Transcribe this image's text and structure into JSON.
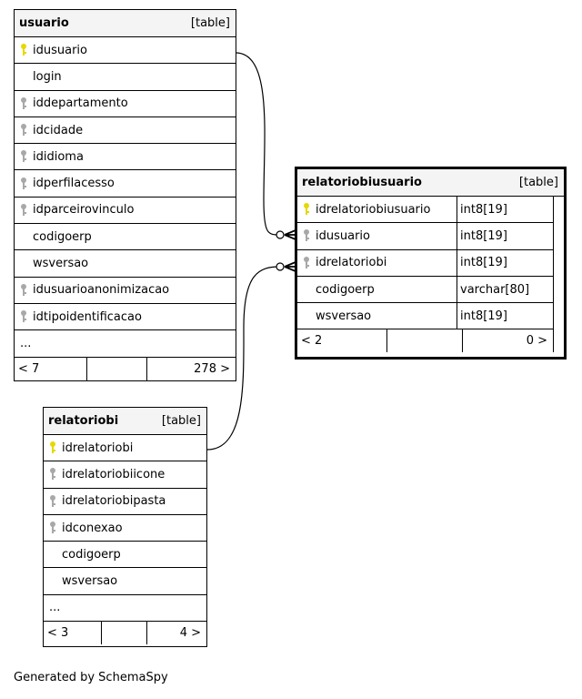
{
  "tables": {
    "usuario": {
      "name": "usuario",
      "kind": "[table]",
      "columns": [
        {
          "name": "idusuario",
          "key": "primary"
        },
        {
          "name": "login",
          "key": "none"
        },
        {
          "name": "iddepartamento",
          "key": "foreign"
        },
        {
          "name": "idcidade",
          "key": "foreign"
        },
        {
          "name": "ididioma",
          "key": "foreign"
        },
        {
          "name": "idperfilacesso",
          "key": "foreign"
        },
        {
          "name": "idparceirovinculo",
          "key": "foreign"
        },
        {
          "name": "codigoerp",
          "key": "none"
        },
        {
          "name": "wsversao",
          "key": "none"
        },
        {
          "name": "idusuarioanonimizacao",
          "key": "foreign"
        },
        {
          "name": "idtipoidentificacao",
          "key": "foreign"
        }
      ],
      "more": "...",
      "footer": {
        "left": "< 7",
        "right": "278 >"
      }
    },
    "relatoriobiusuario": {
      "name": "relatoriobiusuario",
      "kind": "[table]",
      "columns": [
        {
          "name": "idrelatoriobiusuario",
          "type": "int8[19]",
          "key": "primary"
        },
        {
          "name": "idusuario",
          "type": "int8[19]",
          "key": "foreign"
        },
        {
          "name": "idrelatoriobi",
          "type": "int8[19]",
          "key": "foreign"
        },
        {
          "name": "codigoerp",
          "type": "varchar[80]",
          "key": "none"
        },
        {
          "name": "wsversao",
          "type": "int8[19]",
          "key": "none"
        }
      ],
      "footer": {
        "left": "< 2",
        "right": "0 >"
      }
    },
    "relatoriobi": {
      "name": "relatoriobi",
      "kind": "[table]",
      "columns": [
        {
          "name": "idrelatoriobi",
          "key": "primary"
        },
        {
          "name": "idrelatoriobiicone",
          "key": "foreign"
        },
        {
          "name": "idrelatoriobipasta",
          "key": "foreign"
        },
        {
          "name": "idconexao",
          "key": "foreign"
        },
        {
          "name": "codigoerp",
          "key": "none"
        },
        {
          "name": "wsversao",
          "key": "none"
        }
      ],
      "more": "...",
      "footer": {
        "left": "< 3",
        "right": "4 >"
      }
    }
  },
  "colors": {
    "primary_key": "#e6d800",
    "foreign_key": "#a8a8a8",
    "header_bg": "#f4f4f4"
  },
  "caption": "Generated by SchemaSpy"
}
